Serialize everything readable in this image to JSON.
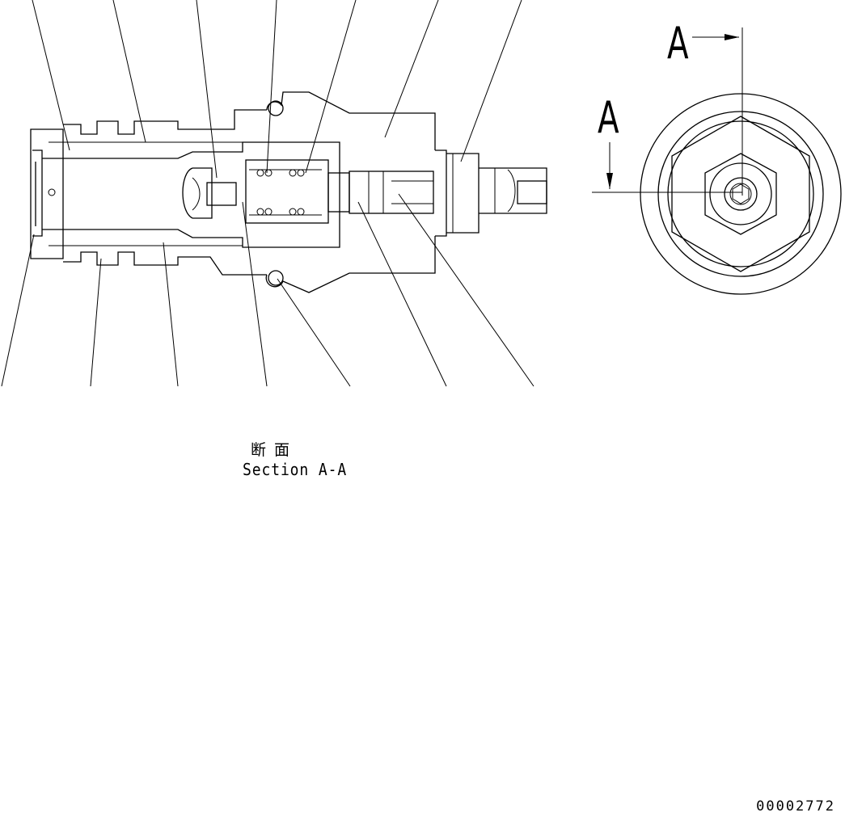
{
  "title": {
    "jp": "断面",
    "en": "Section A-A"
  },
  "view_markers": {
    "top": "A",
    "side": "A"
  },
  "drawing_number": "00002772"
}
